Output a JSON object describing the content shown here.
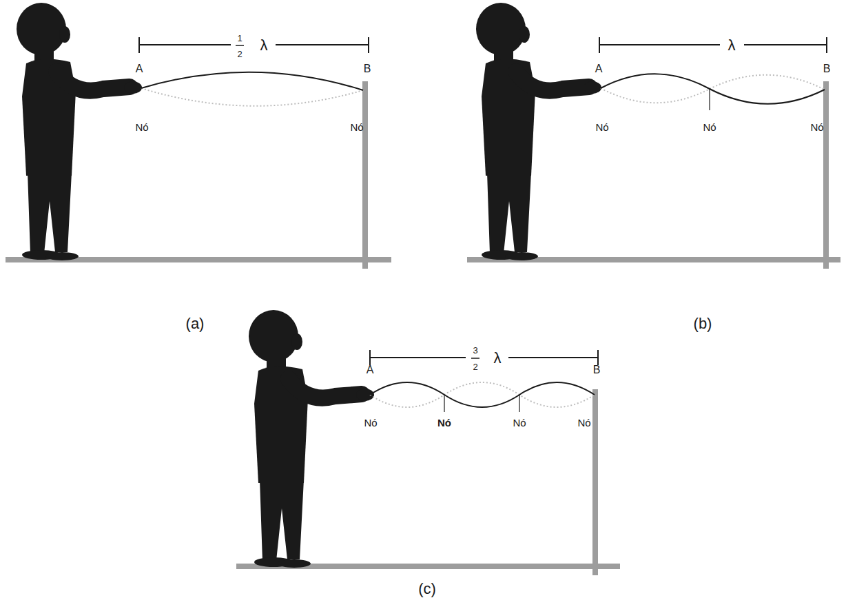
{
  "diagram": {
    "labels": [
      "1",
      "2",
      "λ",
      "A",
      "B",
      "Nó",
      "Nó",
      "(a)",
      "λ",
      "A",
      "B",
      "Nó",
      "Nó",
      "Nó",
      "(b)",
      "3",
      "2",
      "λ",
      "A",
      "B",
      "Nó",
      "Nó",
      "Nó",
      "Nó",
      "(c)"
    ]
  }
}
